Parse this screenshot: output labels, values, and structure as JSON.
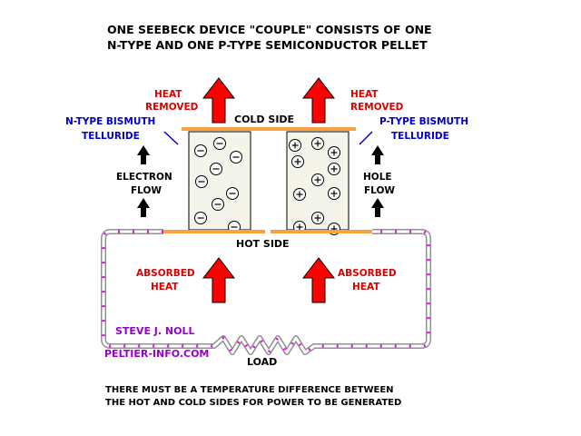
{
  "title": {
    "line1": "ONE SEEBECK DEVICE \"COUPLE\" CONSISTS OF ONE",
    "line2": "N-TYPE AND ONE P-TYPE SEMICONDUCTOR PELLET"
  },
  "labels": {
    "heat_removed_left_1": "HEAT",
    "heat_removed_left_2": "REMOVED",
    "heat_removed_right_1": "HEAT",
    "heat_removed_right_2": "REMOVED",
    "cold_side": "COLD SIDE",
    "hot_side": "HOT SIDE",
    "n_type_1": "N-TYPE BISMUTH",
    "n_type_2": "TELLURIDE",
    "p_type_1": "P-TYPE BISMUTH",
    "p_type_2": "TELLURIDE",
    "electron_flow_1": "ELECTRON",
    "electron_flow_2": "FLOW",
    "hole_flow_1": "HOLE",
    "hole_flow_2": "FLOW",
    "absorbed_left_1": "ABSORBED",
    "absorbed_left_2": "HEAT",
    "absorbed_right_1": "ABSORBED",
    "absorbed_right_2": "HEAT",
    "author": "STEVE J. NOLL",
    "website": "PELTIER-INFO.COM",
    "load": "LOAD"
  },
  "footer": {
    "line1": "THERE MUST BE A TEMPERATURE DIFFERENCE BETWEEN",
    "line2": "THE HOT AND COLD SIDES FOR POWER TO BE GENERATED"
  },
  "symbols": {
    "electron": "−",
    "hole": "+"
  },
  "colors": {
    "heat_arrow": "#ff0000",
    "heat_text": "#dd0000",
    "type_label": "#0000cc",
    "junction": "#ffa040",
    "wire_dots": "#ff00ff",
    "credit": "#9900cc",
    "black": "#000000"
  }
}
